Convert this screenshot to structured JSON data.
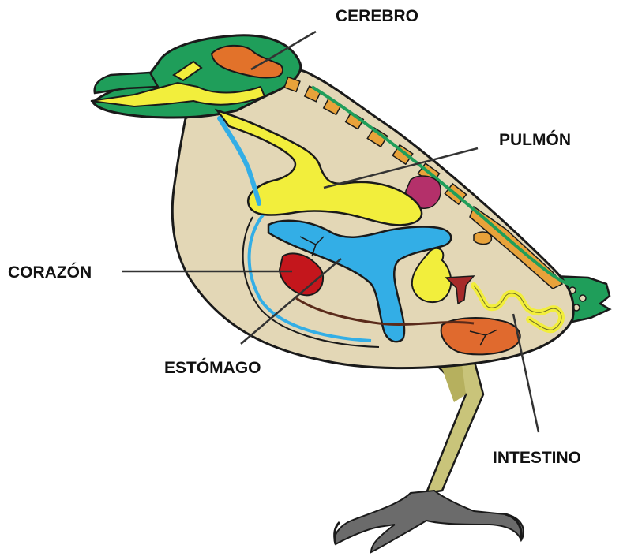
{
  "labels": {
    "brain": "CEREBRO",
    "lung": "PULMÓN",
    "heart": "CORAZÓN",
    "stomach": "ESTÓMAGO",
    "intestine": "INTESTINO"
  },
  "colors": {
    "body": "#e3d7b6",
    "outline": "#1a1a1a",
    "head": "#1f9e5a",
    "brain": "#e2722a",
    "air_sacs": "#f2ee3c",
    "blood_vessel": "#33aee6",
    "heart": "#c4161c",
    "liver": "#e06a2e",
    "kidney": "#b4306a",
    "spine": "#e8a23a",
    "legs": "#c9c47a",
    "leader_line": "#333333"
  }
}
